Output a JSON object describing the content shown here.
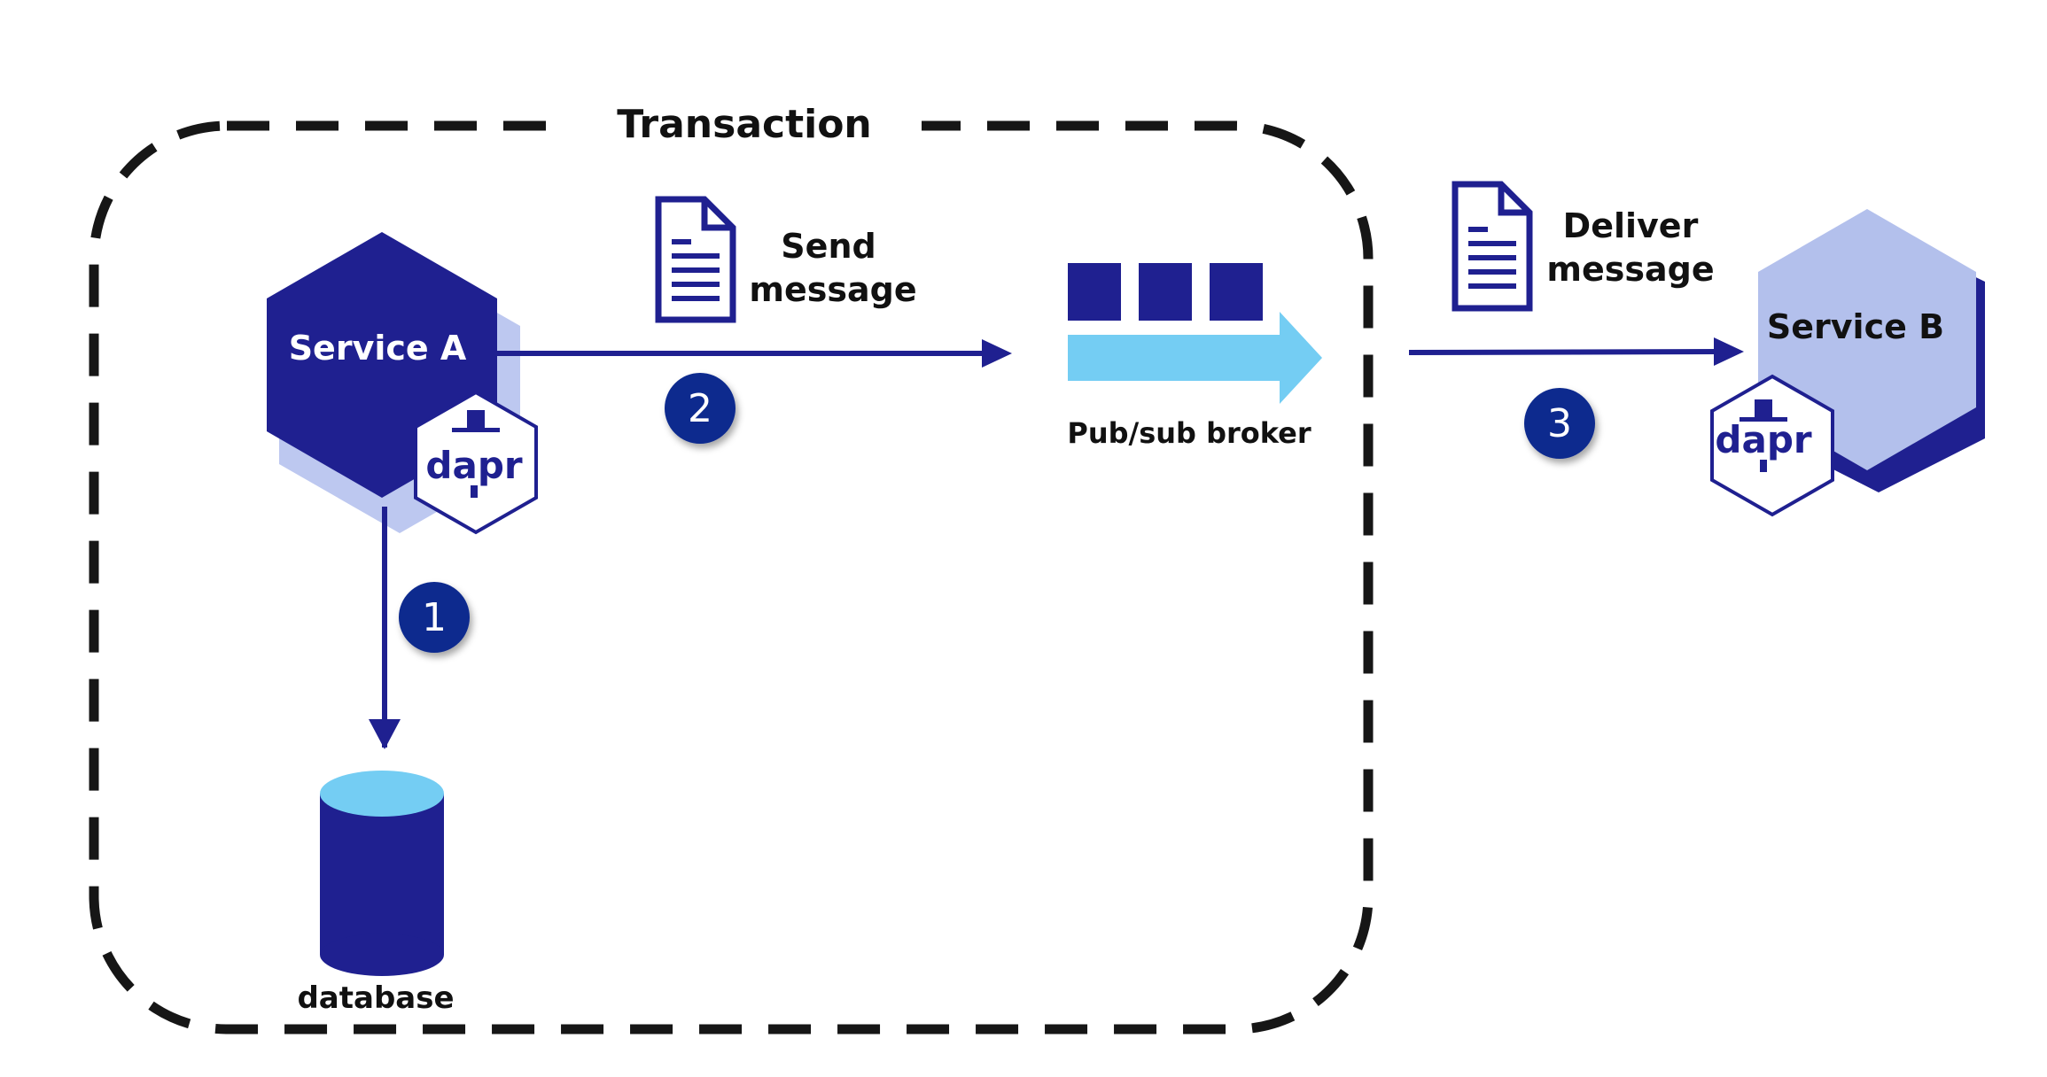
{
  "title": "Transaction",
  "service_a": {
    "label": "Service A"
  },
  "service_b": {
    "label": "Service B"
  },
  "sidecar_a": {
    "label": "dapr"
  },
  "sidecar_b": {
    "label": "dapr"
  },
  "send": {
    "line1": "Send",
    "line2": "message"
  },
  "deliver": {
    "line1": "Deliver",
    "line2": "message"
  },
  "broker": {
    "label": "Pub/sub broker"
  },
  "database": {
    "label": "database"
  },
  "steps": {
    "one": "1",
    "two": "2",
    "three": "3"
  },
  "colors": {
    "navy": "#1f2090",
    "light_blue": "#74cdf3",
    "lavender": "#b3c0ec",
    "shadow": "#bdc8f0",
    "step_circle": "#0c2a8e",
    "frame": "#161616"
  }
}
